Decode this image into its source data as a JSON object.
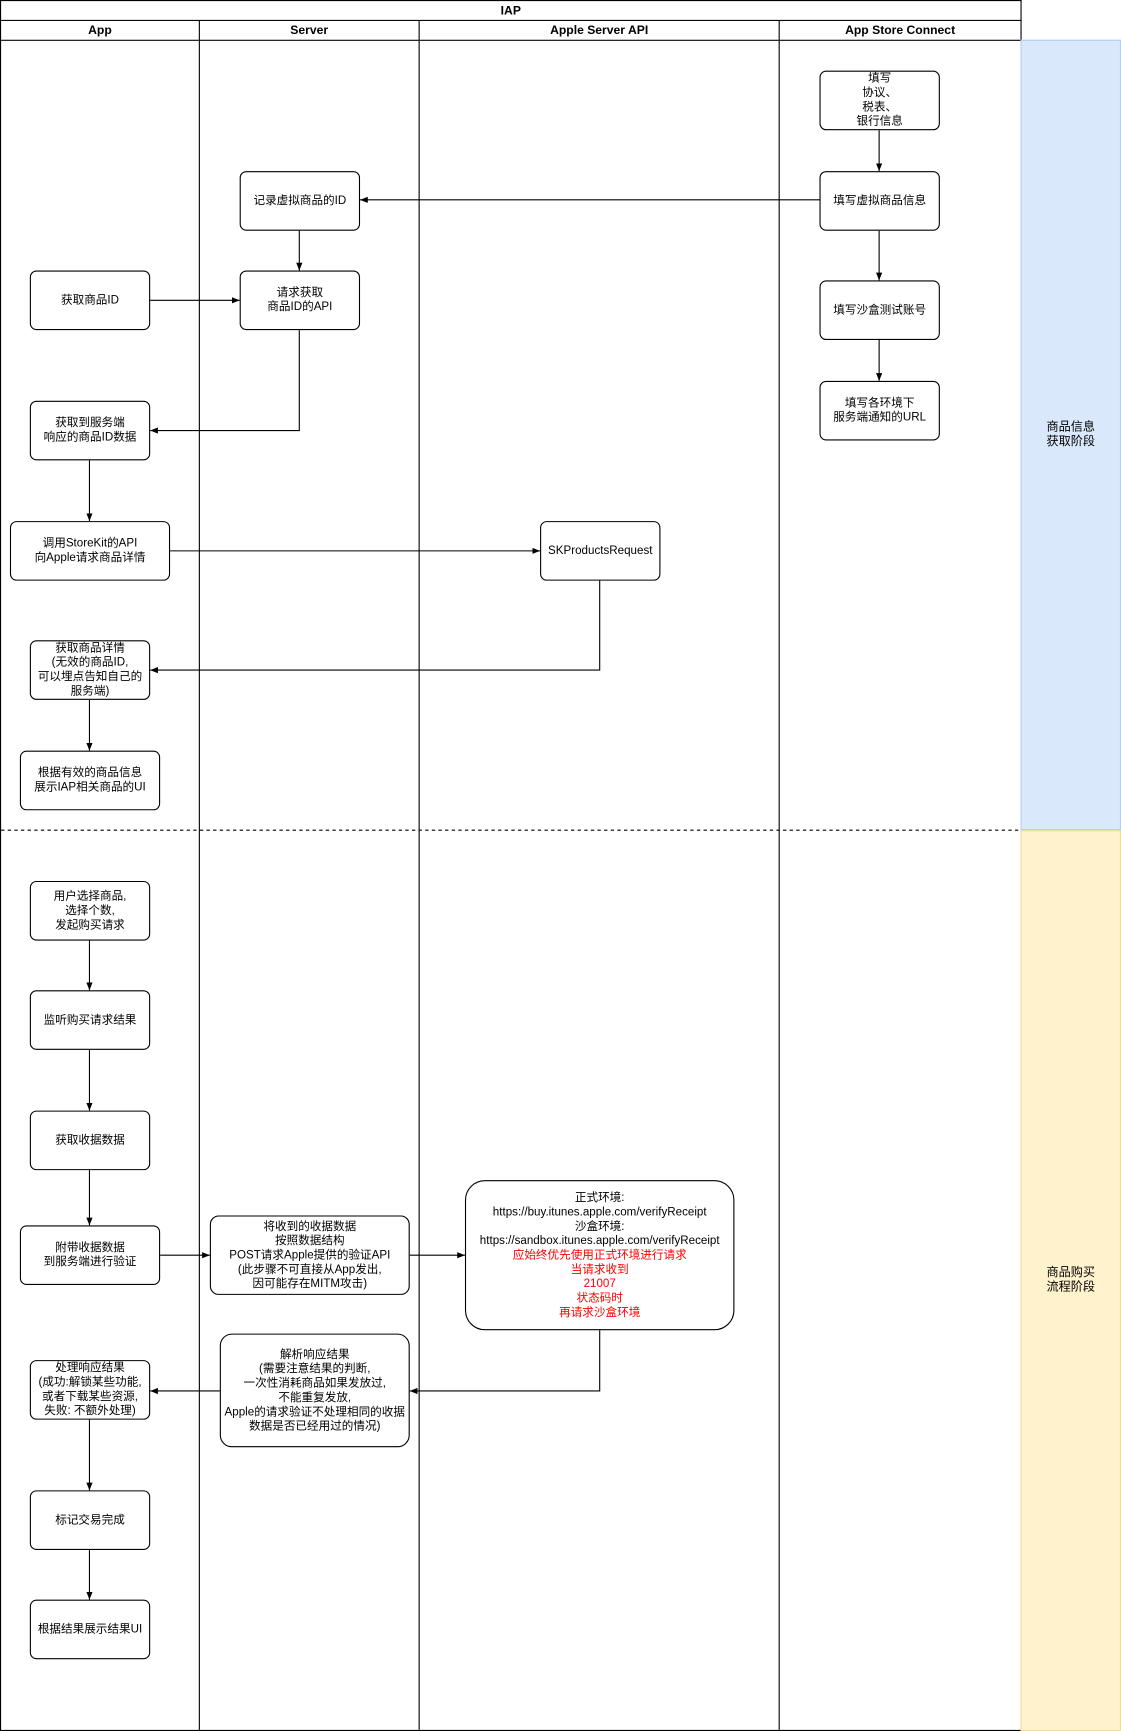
{
  "title": "IAP",
  "lanes": {
    "app": "App",
    "server": "Server",
    "apple_server_api": "Apple Server API",
    "app_store_connect": "App Store Connect"
  },
  "phases": {
    "product_info": {
      "label": "商品信息\n获取阶段",
      "color": "#dae8fc"
    },
    "purchase_flow": {
      "label": "商品购买\n流程阶段",
      "color": "#fff2cc"
    }
  },
  "steps": {
    "fill_agreements": "填写\n协议、\n税表、\n银行信息",
    "fill_product_info": "填写虚拟商品信息",
    "fill_sandbox_account": "填写沙盒测试账号",
    "fill_notification_urls": "填写各环境下\n服务端通知的URL",
    "record_product_ids": "记录虚拟商品的ID",
    "product_id_api": "请求获取\n商品ID的API",
    "get_product_ids": "获取商品ID",
    "receive_product_ids": "获取到服务端\n响应的商品ID数据",
    "call_storekit": "调用StoreKit的API\n向Apple请求商品详情",
    "sk_products_request": "SKProductsRequest",
    "product_details": "获取商品详情\n(无效的商品ID,\n可以埋点告知自己的\n服务端)",
    "show_products_ui": "根据有效的商品信息\n展示IAP相关商品的UI",
    "user_select_product": "用户选择商品,\n选择个数,\n发起购买请求",
    "listen_purchase_result": "监听购买请求结果",
    "get_receipt": "获取收据数据",
    "send_receipt": "附带收据数据\n到服务端进行验证",
    "post_verify": "将收到的收据数据\n按照数据结构\nPOST请求Apple提供的验证API\n(此步骤不可直接从App发出,\n因可能存在MITM攻击)",
    "verify_endpoints": {
      "text": "正式环境:\nhttps://buy.itunes.apple.com/verifyReceipt\n沙盒环境:\nhttps://sandbox.itunes.apple.com/verifyReceipt",
      "note": "应始终优先使用正式环境进行请求\n当请求收到\n21007\n状态码时\n再请求沙盒环境",
      "note_color": "#ff0000"
    },
    "parse_response": "解析响应结果\n(需要注意结果的判断,\n一次性消耗商品如果发放过,\n不能重复发放,\nApple的请求验证不处理相同的收据\n数据是否已经用过的情况)",
    "handle_response": "处理响应结果\n(成功:解锁某些功能,\n或者下载某些资源,\n失败: 不额外处理)",
    "finish_transaction": "标记交易完成",
    "show_result_ui": "根据结果展示结果UI"
  }
}
